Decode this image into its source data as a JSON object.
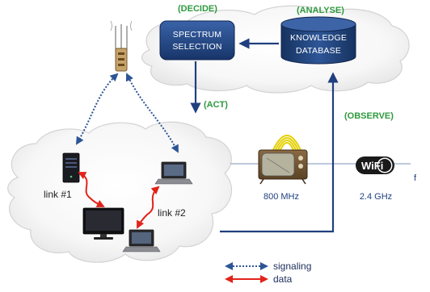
{
  "labels": {
    "decide": "(DECIDE)",
    "analyse": "(ANALYSE)",
    "act": "(ACT)",
    "observe": "(OBSERVE)"
  },
  "boxes": {
    "spectrum_line1": "SPECTRUM",
    "spectrum_line2": "SELECTION",
    "knowledge_line1": "KNOWLEDGE",
    "knowledge_line2": "DATABASE"
  },
  "links": {
    "link1": "link #1",
    "link2": "link #2"
  },
  "bands": {
    "tv": "800 MHz",
    "wifi": "2.4 GHz",
    "wifi_logo": "WiFi",
    "axis": "f"
  },
  "legend": {
    "signaling": "signaling",
    "data": "data"
  },
  "colors": {
    "green": "#2e9a3e",
    "navy": "#1f3f7f",
    "box": "#1b3f78",
    "red": "#e2231a",
    "dotted": "#2c5596",
    "cloud_edge": "#d3d3d3",
    "axis_blue": "#7d94bb"
  }
}
